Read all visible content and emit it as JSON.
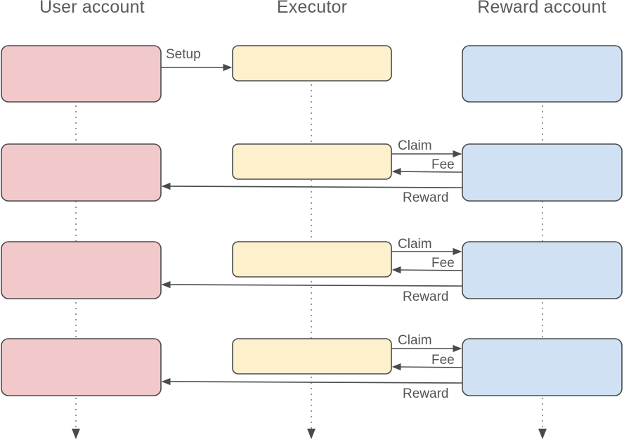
{
  "lanes": {
    "user": "User account",
    "executor": "Executor",
    "reward": "Reward account"
  },
  "colors": {
    "user_fill": "#f2c9cb",
    "executor_fill": "#fdf0cc",
    "reward_fill": "#cfe1f3",
    "stroke": "#4a4a4a",
    "lifeline": "#8a8a8a"
  },
  "messages": {
    "setup": "Setup",
    "rounds": [
      {
        "claim": "Claim",
        "fee": "Fee",
        "reward": "Reward"
      },
      {
        "claim": "Claim",
        "fee": "Fee",
        "reward": "Reward"
      },
      {
        "claim": "Claim",
        "fee": "Fee",
        "reward": "Reward"
      }
    ]
  }
}
